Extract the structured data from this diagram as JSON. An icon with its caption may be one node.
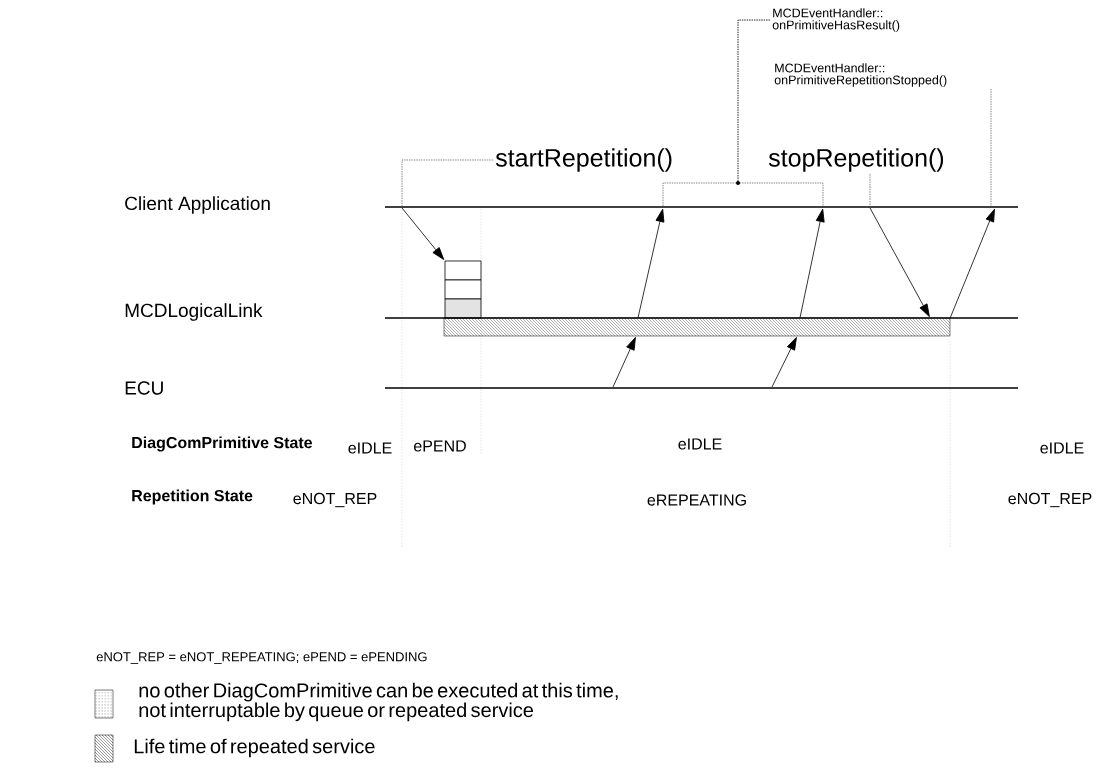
{
  "diagram": {
    "nodes": [
      {
        "text": [
          "MCDEventHandler:: onPrimitiveHasResult()"
        ]
      },
      {
        "text": [
          "MCDEventHandler:: onPrimitiveRepetitionStopped()"
        ]
      },
      {
        "text": [
          "startRepetition()"
        ]
      },
      {
        "text": [
          "stopRepetition()"
        ]
      },
      {
        "text": [],
        "shape": "line"
      },
      {
        "text": [],
        "shape": "box"
      },
      {
        "text": [],
        "shape": "box"
      },
      {
        "text": [],
        "shape": "box"
      },
      {
        "text": [],
        "shape": "line"
      },
      {
        "text": [],
        "shape": "bar"
      },
      {
        "text": [],
        "shape": "line"
      }
    ],
    "edges": [
      {
        "from": 4,
        "to": 5,
        "arrow": "to"
      },
      {
        "from": 9,
        "to": 4,
        "arrow": "to"
      },
      {
        "from": 9,
        "to": 4,
        "arrow": "to"
      },
      {
        "from": 4,
        "to": 9,
        "arrow": "to"
      },
      {
        "from": 9,
        "to": 4,
        "arrow": "to"
      },
      {
        "from": 10,
        "to": 9,
        "arrow": "to"
      },
      {
        "from": 10,
        "to": 9,
        "arrow": "to"
      },
      {
        "from": 2,
        "to": 4,
        "arrow": "none",
        "style": "dashed"
      },
      {
        "from": 0,
        "to": 4,
        "arrow": "none",
        "style": "dashed"
      },
      {
        "from": 0,
        "to": 4,
        "arrow": "none",
        "style": "dashed"
      },
      {
        "from": 3,
        "to": 4,
        "arrow": "none",
        "style": "dashed"
      },
      {
        "from": 1,
        "to": 4,
        "arrow": "none",
        "style": "dashed"
      }
    ],
    "labels": [
      "Client Application",
      "MCDLogicalLink",
      "ECU",
      "DiagComPrimitive State",
      "eIDLE",
      "ePEND",
      "eIDLE",
      "eIDLE",
      "Repetition State",
      "eNOT_REP",
      "eREPEATING",
      "eNOT_REP",
      "eNOT_REP = eNOT_REPEATING; ePEND = ePENDING"
    ],
    "legend": [
      {
        "text": "no other DiagComPrimitive can be executed at this time, not interruptable by queue or repeated service"
      },
      {
        "text": "Life time of repeated service"
      }
    ]
  }
}
